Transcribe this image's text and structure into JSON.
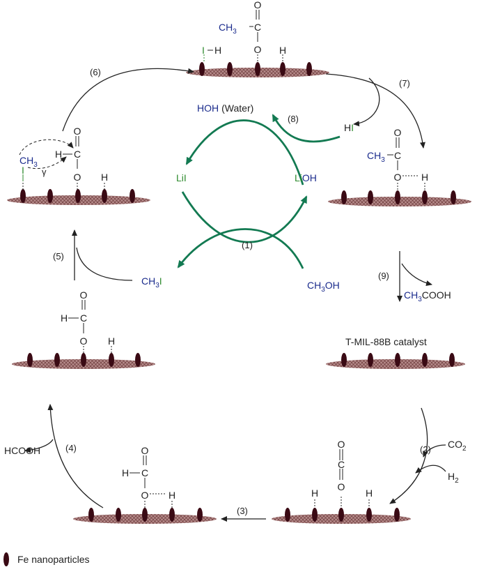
{
  "colors": {
    "reagent_blue": "#1a2b8c",
    "iodine_green": "#2e8b2e",
    "cycle_green": "#137a52",
    "support_fill": "#b58a8a",
    "support_hatch": "#6b3a3a",
    "particle": "#3a0a14",
    "arrow": "#222222"
  },
  "steps": {
    "s1": "(1)",
    "s2": "(2)",
    "s3": "(3)",
    "s4": "(4)",
    "s5": "(5)",
    "s6": "(6)",
    "s7": "(7)",
    "s8": "(8)",
    "s9": "(9)"
  },
  "inner_cycle": {
    "water_hoh": "HOH",
    "water_label": "(Water)",
    "hi_h": "H",
    "hi_i": "I",
    "lii": "LiI",
    "lioh_li": "Li",
    "lioh_oh": "OH",
    "ch3i_ch": "CH",
    "ch3i_sub": "3",
    "ch3i_i": "I",
    "ch3oh_ch": "CH",
    "ch3oh_sub": "3",
    "ch3oh_oh": "OH"
  },
  "reagents": {
    "co2_main": "CO",
    "co2_sub": "2",
    "h2_main": "H",
    "h2_sub": "2",
    "hcooh": "HCOOH",
    "acetic_ch3": "CH",
    "acetic_sub": "3",
    "acetic_rest": "COOH"
  },
  "catalyst_label": "T-MIL-88B catalyst",
  "legend": {
    "fe": "Fe nanoparticles"
  },
  "atoms": {
    "O": "O",
    "C": "C",
    "H": "H",
    "I": "I",
    "CH": "CH",
    "sub3": "3",
    "gamma": "γ"
  }
}
